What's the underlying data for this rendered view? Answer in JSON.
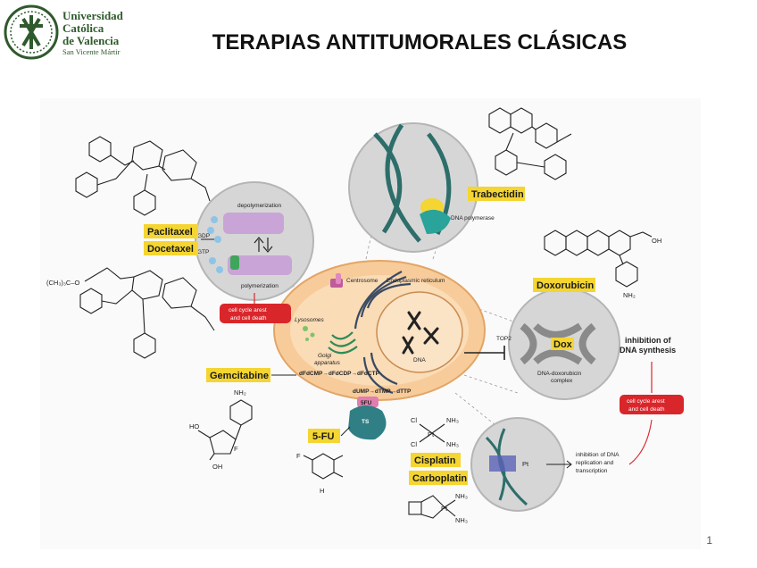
{
  "header": {
    "logo_line1": "Universidad",
    "logo_line2": "Católica",
    "logo_line3": "de Valencia",
    "logo_line4": "San Vicente Mártir",
    "title": "TERAPIAS ANTITUMORALES CLÁSICAS"
  },
  "drugs": {
    "paclitaxel": "Paclitaxel",
    "docetaxel": "Docetaxel",
    "trabectidin": "Trabectidin",
    "doxorubicin": "Doxorubicin",
    "dox": "Dox",
    "gemcitabine": "Gemcitabine",
    "fu": "5-FU",
    "cisplatin": "Cisplatin",
    "carboplatin": "Carboplatin"
  },
  "labels": {
    "depolymerization": "depolymerization",
    "polymerization": "polymerization",
    "gdp": "GDP",
    "gtp": "GTP",
    "cell_arrest_1": "cell cycle arest",
    "cell_arrest_2": "and cell death",
    "dna_polymerase": "DNA polymerase",
    "centrosome": "Centrosome",
    "er": "Endoplasmic reticulum",
    "lysosomes": "Lysosomes",
    "golgi_1": "Golgi",
    "golgi_2": "apparatus",
    "dna": "DNA",
    "gem_path": "dFdCMP→dFdCDP→dFdCTP",
    "fu_path": "dUMP→dTMP→dTTP",
    "fu_small": "5FU",
    "ts": "TS",
    "top2": "TOP2",
    "complex_1": "DNA-doxorubicin",
    "complex_2": "complex",
    "inhibition_1": "inhibition of",
    "inhibition_2": "DNA synthesis",
    "inhibit_rep_1": "inhibition of DNA",
    "inhibit_rep_2": "replication and",
    "inhibit_rep_3": "transcription"
  },
  "page_number": "1",
  "colors": {
    "logo_green": "#2f5a2c",
    "drug_label_bg": "#f4d531",
    "arrest_red": "#d9262b",
    "cell_fill": "#f7cc9a",
    "circle_grey": "#d6d6d6"
  }
}
